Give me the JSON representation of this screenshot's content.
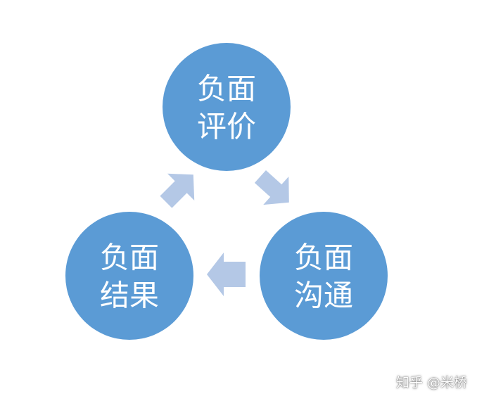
{
  "diagram": {
    "nodes": [
      {
        "id": "negative-evaluation",
        "line1": "负面",
        "line2": "评价"
      },
      {
        "id": "negative-communication",
        "line1": "负面",
        "line2": "沟通"
      },
      {
        "id": "negative-result",
        "line1": "负面",
        "line2": "结果"
      }
    ],
    "colors": {
      "node_fill": "#5b9bd5",
      "node_text": "#ffffff",
      "arrow_fill": "#b4c8e6"
    }
  },
  "watermark": {
    "text": "知乎 @米桥"
  }
}
